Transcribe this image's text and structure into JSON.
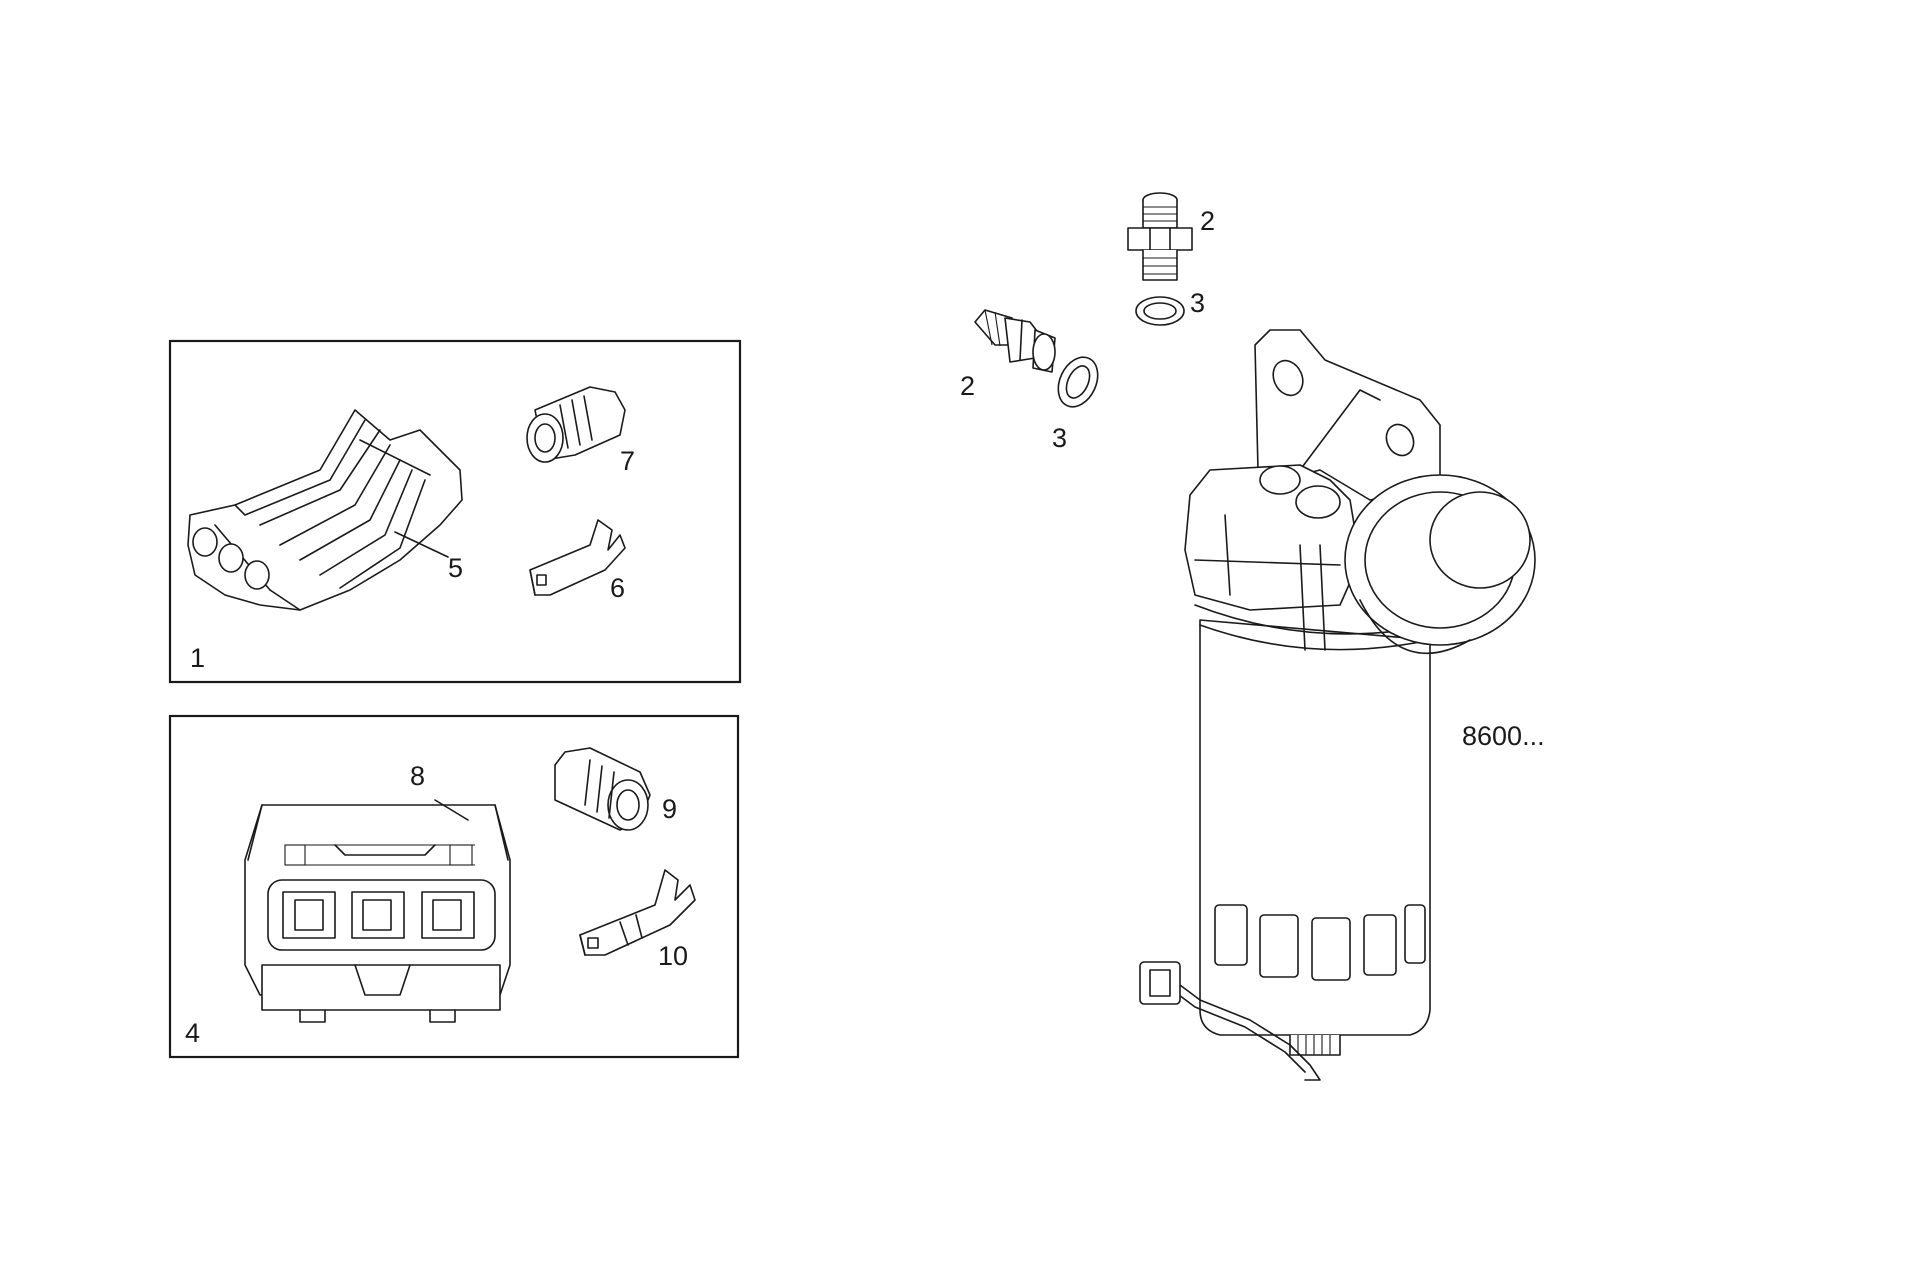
{
  "diagram": {
    "callouts": {
      "box1_label": "1",
      "box4_label": "4",
      "connector_3way": "5",
      "terminal_a": "6",
      "seal_a": "7",
      "connector_housing": "8",
      "seal_b": "9",
      "terminal_b": "10",
      "union_top": "2",
      "washer_top": "3",
      "union_left": "2",
      "washer_left": "3",
      "filter_assembly": "8600..."
    },
    "colors": {
      "line": "#1a1a1a",
      "background": "#ffffff"
    }
  }
}
